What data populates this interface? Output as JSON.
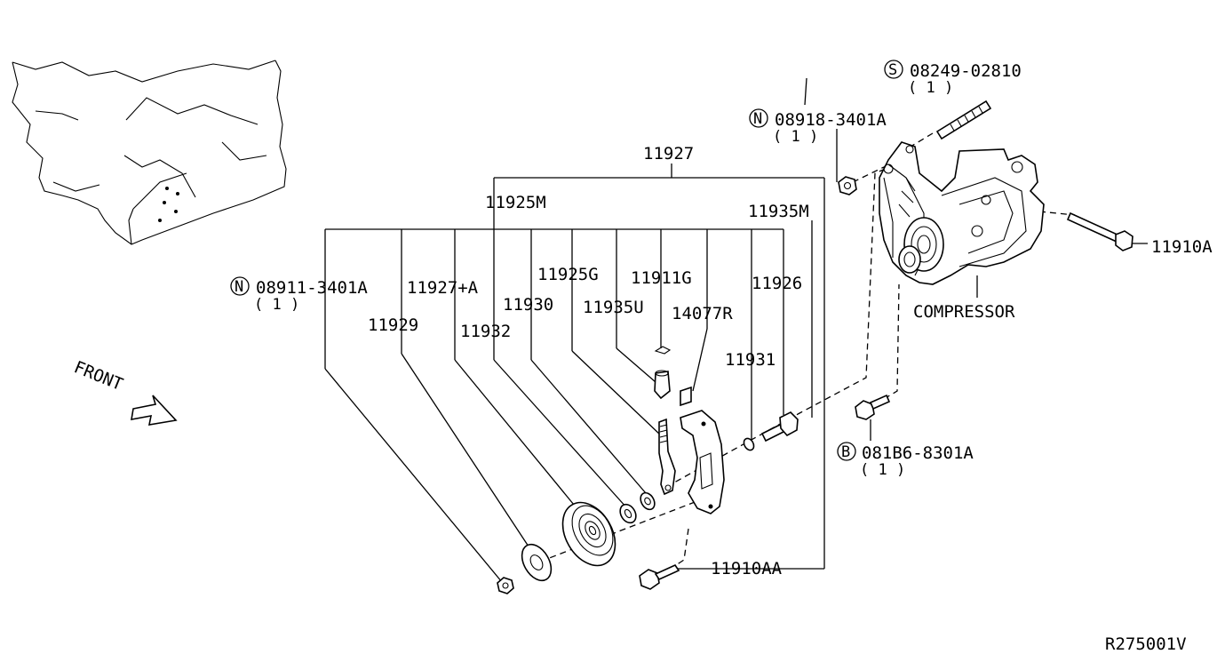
{
  "labels": {
    "p11927": "11927",
    "p11925M": "11925M",
    "p11935M": "11935M",
    "p11927A": "11927+A",
    "p11929": "11929",
    "p11930": "11930",
    "p11932": "11932",
    "p11925G": "11925G",
    "p11935U": "11935U",
    "p11911G": "11911G",
    "p14077R": "14077R",
    "p11926": "11926",
    "p11931": "11931",
    "p11910A": "11910A",
    "p11910AA": "11910AA",
    "compressor": "COMPRESSOR",
    "front": "FRONT",
    "ref": "R275001V"
  },
  "callouts": {
    "n1": {
      "badge": "N",
      "part": "08911-3401A",
      "qty": "( 1 )"
    },
    "n2": {
      "badge": "N",
      "part": "08918-3401A",
      "qty": "( 1 )"
    },
    "s1": {
      "badge": "S",
      "part": "08249-02810",
      "qty": "( 1 )"
    },
    "b1": {
      "badge": "B",
      "part": "081B6-8301A",
      "qty": "( 1 )"
    }
  }
}
